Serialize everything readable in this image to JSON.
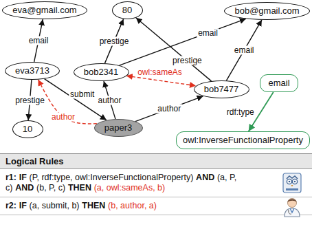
{
  "diagram": {
    "nodes": [
      {
        "text": [
          "eva@gmail.com"
        ]
      },
      {
        "text": [
          "80"
        ]
      },
      {
        "text": [
          "bob@gmail.com"
        ]
      },
      {
        "text": [
          "eva3713"
        ]
      },
      {
        "text": [
          "bob2341"
        ]
      },
      {
        "text": [
          "bob7477"
        ]
      },
      {
        "text": [
          "email"
        ]
      },
      {
        "text": [
          "10"
        ]
      },
      {
        "text": [
          "paper3"
        ]
      },
      {
        "text": [
          "owl:InverseFunctionalProperty"
        ]
      }
    ],
    "edges": [
      {
        "from": 3,
        "to": 0,
        "label": "email",
        "arrow": "to"
      },
      {
        "from": 4,
        "to": 1,
        "label": "prestige",
        "arrow": "to"
      },
      {
        "from": 5,
        "to": 2,
        "label": "email",
        "arrow": "to"
      },
      {
        "from": 5,
        "to": 1,
        "label": "prestige",
        "arrow": "to"
      },
      {
        "from": 4,
        "to": 2,
        "label": "email",
        "arrow": "to"
      },
      {
        "from": 3,
        "to": 7,
        "label": "prestige",
        "arrow": "to"
      },
      {
        "from": 3,
        "to": 8,
        "label": "submit",
        "arrow": "to"
      },
      {
        "from": 8,
        "to": 3,
        "label": "author",
        "arrow": "to"
      },
      {
        "from": 8,
        "to": 4,
        "label": "author",
        "arrow": "to"
      },
      {
        "from": 8,
        "to": 5,
        "label": "author",
        "arrow": "to"
      },
      {
        "from": 4,
        "to": 5,
        "label": "owl:sameAs",
        "arrow": "both"
      },
      {
        "from": 6,
        "to": 9,
        "label": "rdf:type",
        "arrow": "to"
      }
    ],
    "labels": [
      "Logical Rules",
      "r1:",
      "IF",
      "(P, rdf:type, owl:InverseFunctionalProperty)",
      "AND",
      "(a, P, c)",
      "AND",
      "(b, P, c)",
      "THEN",
      "(a, owl:sameAs, b)",
      "r2:",
      "IF",
      "(a, submit, b)",
      "THEN",
      "(b, author, a)"
    ]
  }
}
